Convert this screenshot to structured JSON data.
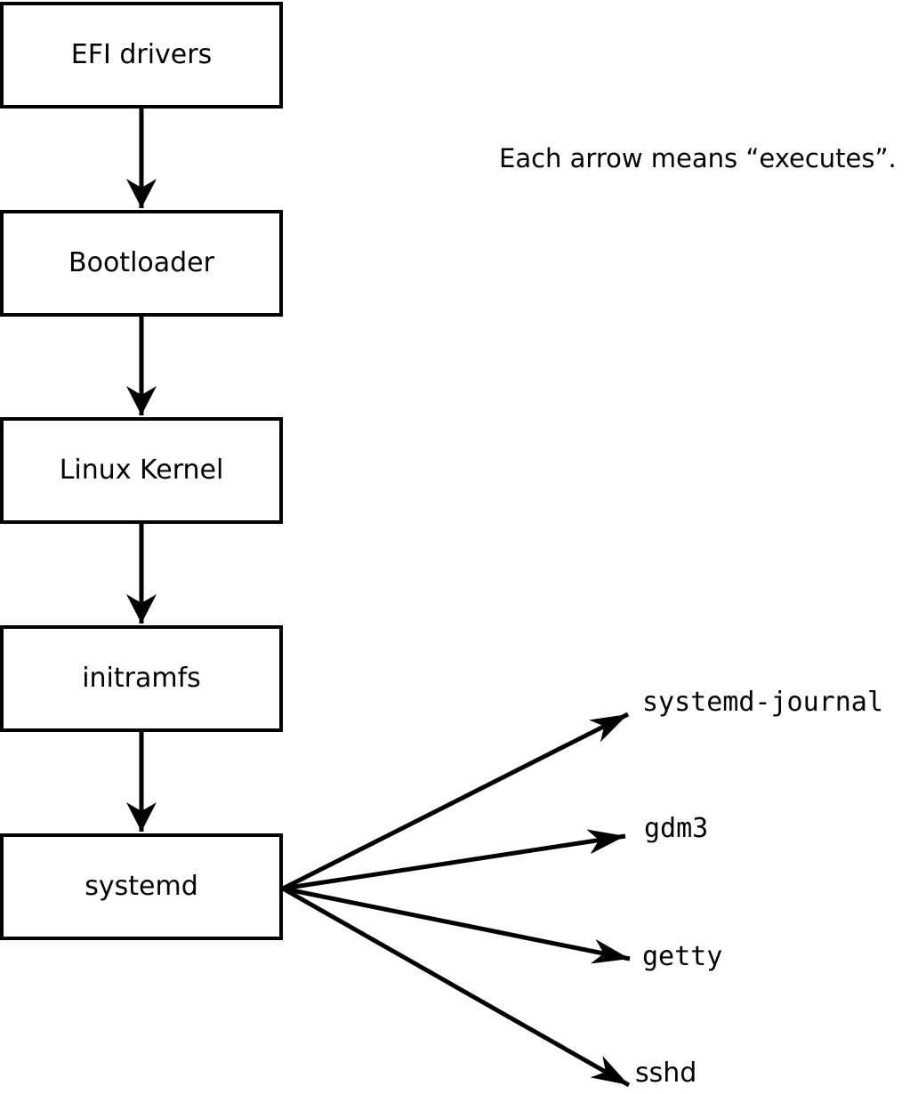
{
  "diagram": {
    "note": "Each arrow means “executes”.",
    "chain": [
      {
        "label": "EFI drivers"
      },
      {
        "label": "Bootloader"
      },
      {
        "label": "Linux Kernel"
      },
      {
        "label": "initramfs"
      },
      {
        "label": "systemd"
      }
    ],
    "spawned": [
      {
        "label": "systemd-journal"
      },
      {
        "label": "gdm3"
      },
      {
        "label": "getty"
      },
      {
        "label": "sshd"
      }
    ],
    "colors": {
      "line": "#000000",
      "box_border": "#000000",
      "box_fill": "#ffffff",
      "background": "#ffffff",
      "text": "#000000"
    }
  }
}
